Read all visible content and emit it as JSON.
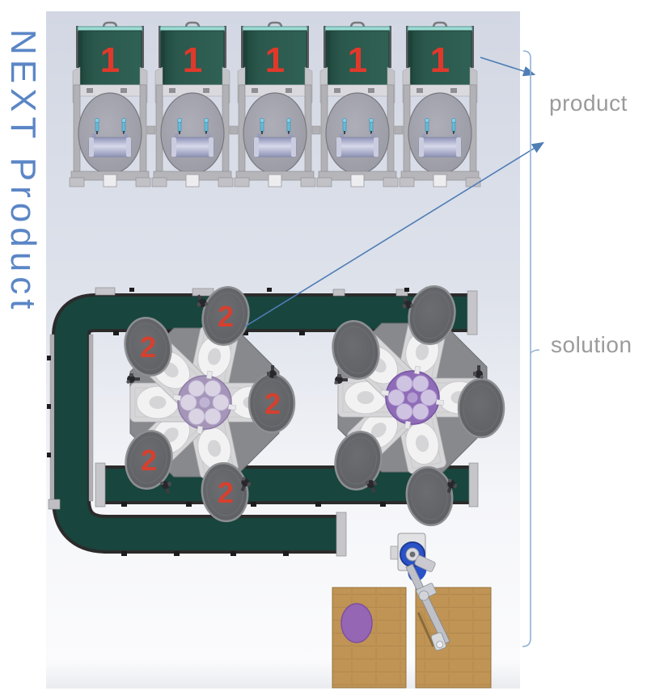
{
  "banner": {
    "text": "NEXT Product"
  },
  "annotations": {
    "product": "product",
    "solution": "solution"
  },
  "machines": {
    "items": [
      {
        "label": "1"
      },
      {
        "label": "1"
      },
      {
        "label": "1"
      },
      {
        "label": "1"
      },
      {
        "label": "1"
      }
    ]
  },
  "carousels": {
    "left": {
      "drum_labels": [
        "2",
        "2",
        "2",
        "2",
        "2"
      ]
    },
    "right": {
      "drum_labels": []
    }
  },
  "colors": {
    "banner_text": "#5b86c6",
    "annotation_text": "#9b9b9b",
    "machine_number": "#e0392b",
    "drum_number": "#d5402f",
    "arrow": "#4f7db5",
    "bracket": "#8fb2d4",
    "conveyor": "#18453d",
    "hopper_green": "#2b584c",
    "hub_purple": "#8f6cb8",
    "pallet_wood": "#bf9455",
    "pallet_dot_purple": "#9566b4"
  }
}
